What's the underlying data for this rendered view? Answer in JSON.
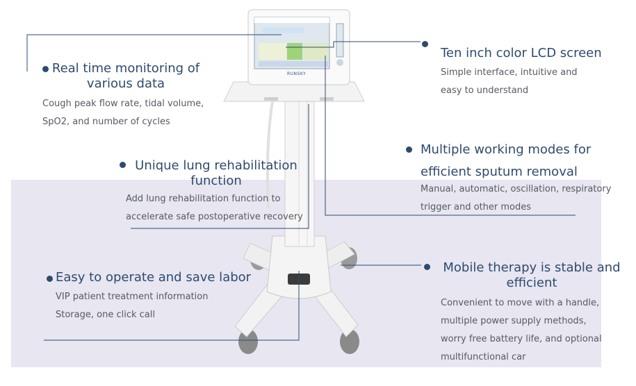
{
  "features": {
    "monitoring": {
      "title_l1": "Real time monitoring of",
      "title_l2": "various data",
      "desc_l1": "Cough peak flow rate, tidal volume,",
      "desc_l2": "SpO2, and number of cycles"
    },
    "lung_rehab": {
      "title_l1": "Unique lung rehabilitation",
      "title_l2": "function",
      "desc_l1": "Add lung rehabilitation function to",
      "desc_l2": "accelerate safe postoperative recovery"
    },
    "easy_operate": {
      "title": "Easy to operate and save labor",
      "desc_l1": "VIP patient treatment information",
      "desc_l2": "Storage, one click call"
    },
    "lcd_screen": {
      "title": "Ten inch color LCD screen",
      "desc_l1": "Simple interface, intuitive and",
      "desc_l2": "easy to understand"
    },
    "working_modes": {
      "title_l1": "Multiple working modes for",
      "title_l2": "efficient sputum removal",
      "desc_l1": "Manual, automatic, oscillation, respiratory",
      "desc_l2": "trigger and other modes"
    },
    "mobile_therapy": {
      "title_l1": "Mobile therapy is stable and",
      "title_l2": "efficient",
      "desc_l1": "Convenient to move with a handle,",
      "desc_l2": "multiple power supply methods,",
      "desc_l3": "worry free battery life, and optional",
      "desc_l4": "multifunctional car"
    }
  },
  "device": {
    "brand": "RUNSKY"
  },
  "colors": {
    "accent": "#2f4a6e",
    "band": "#e7e6f1",
    "text_gray": "#555a63"
  }
}
